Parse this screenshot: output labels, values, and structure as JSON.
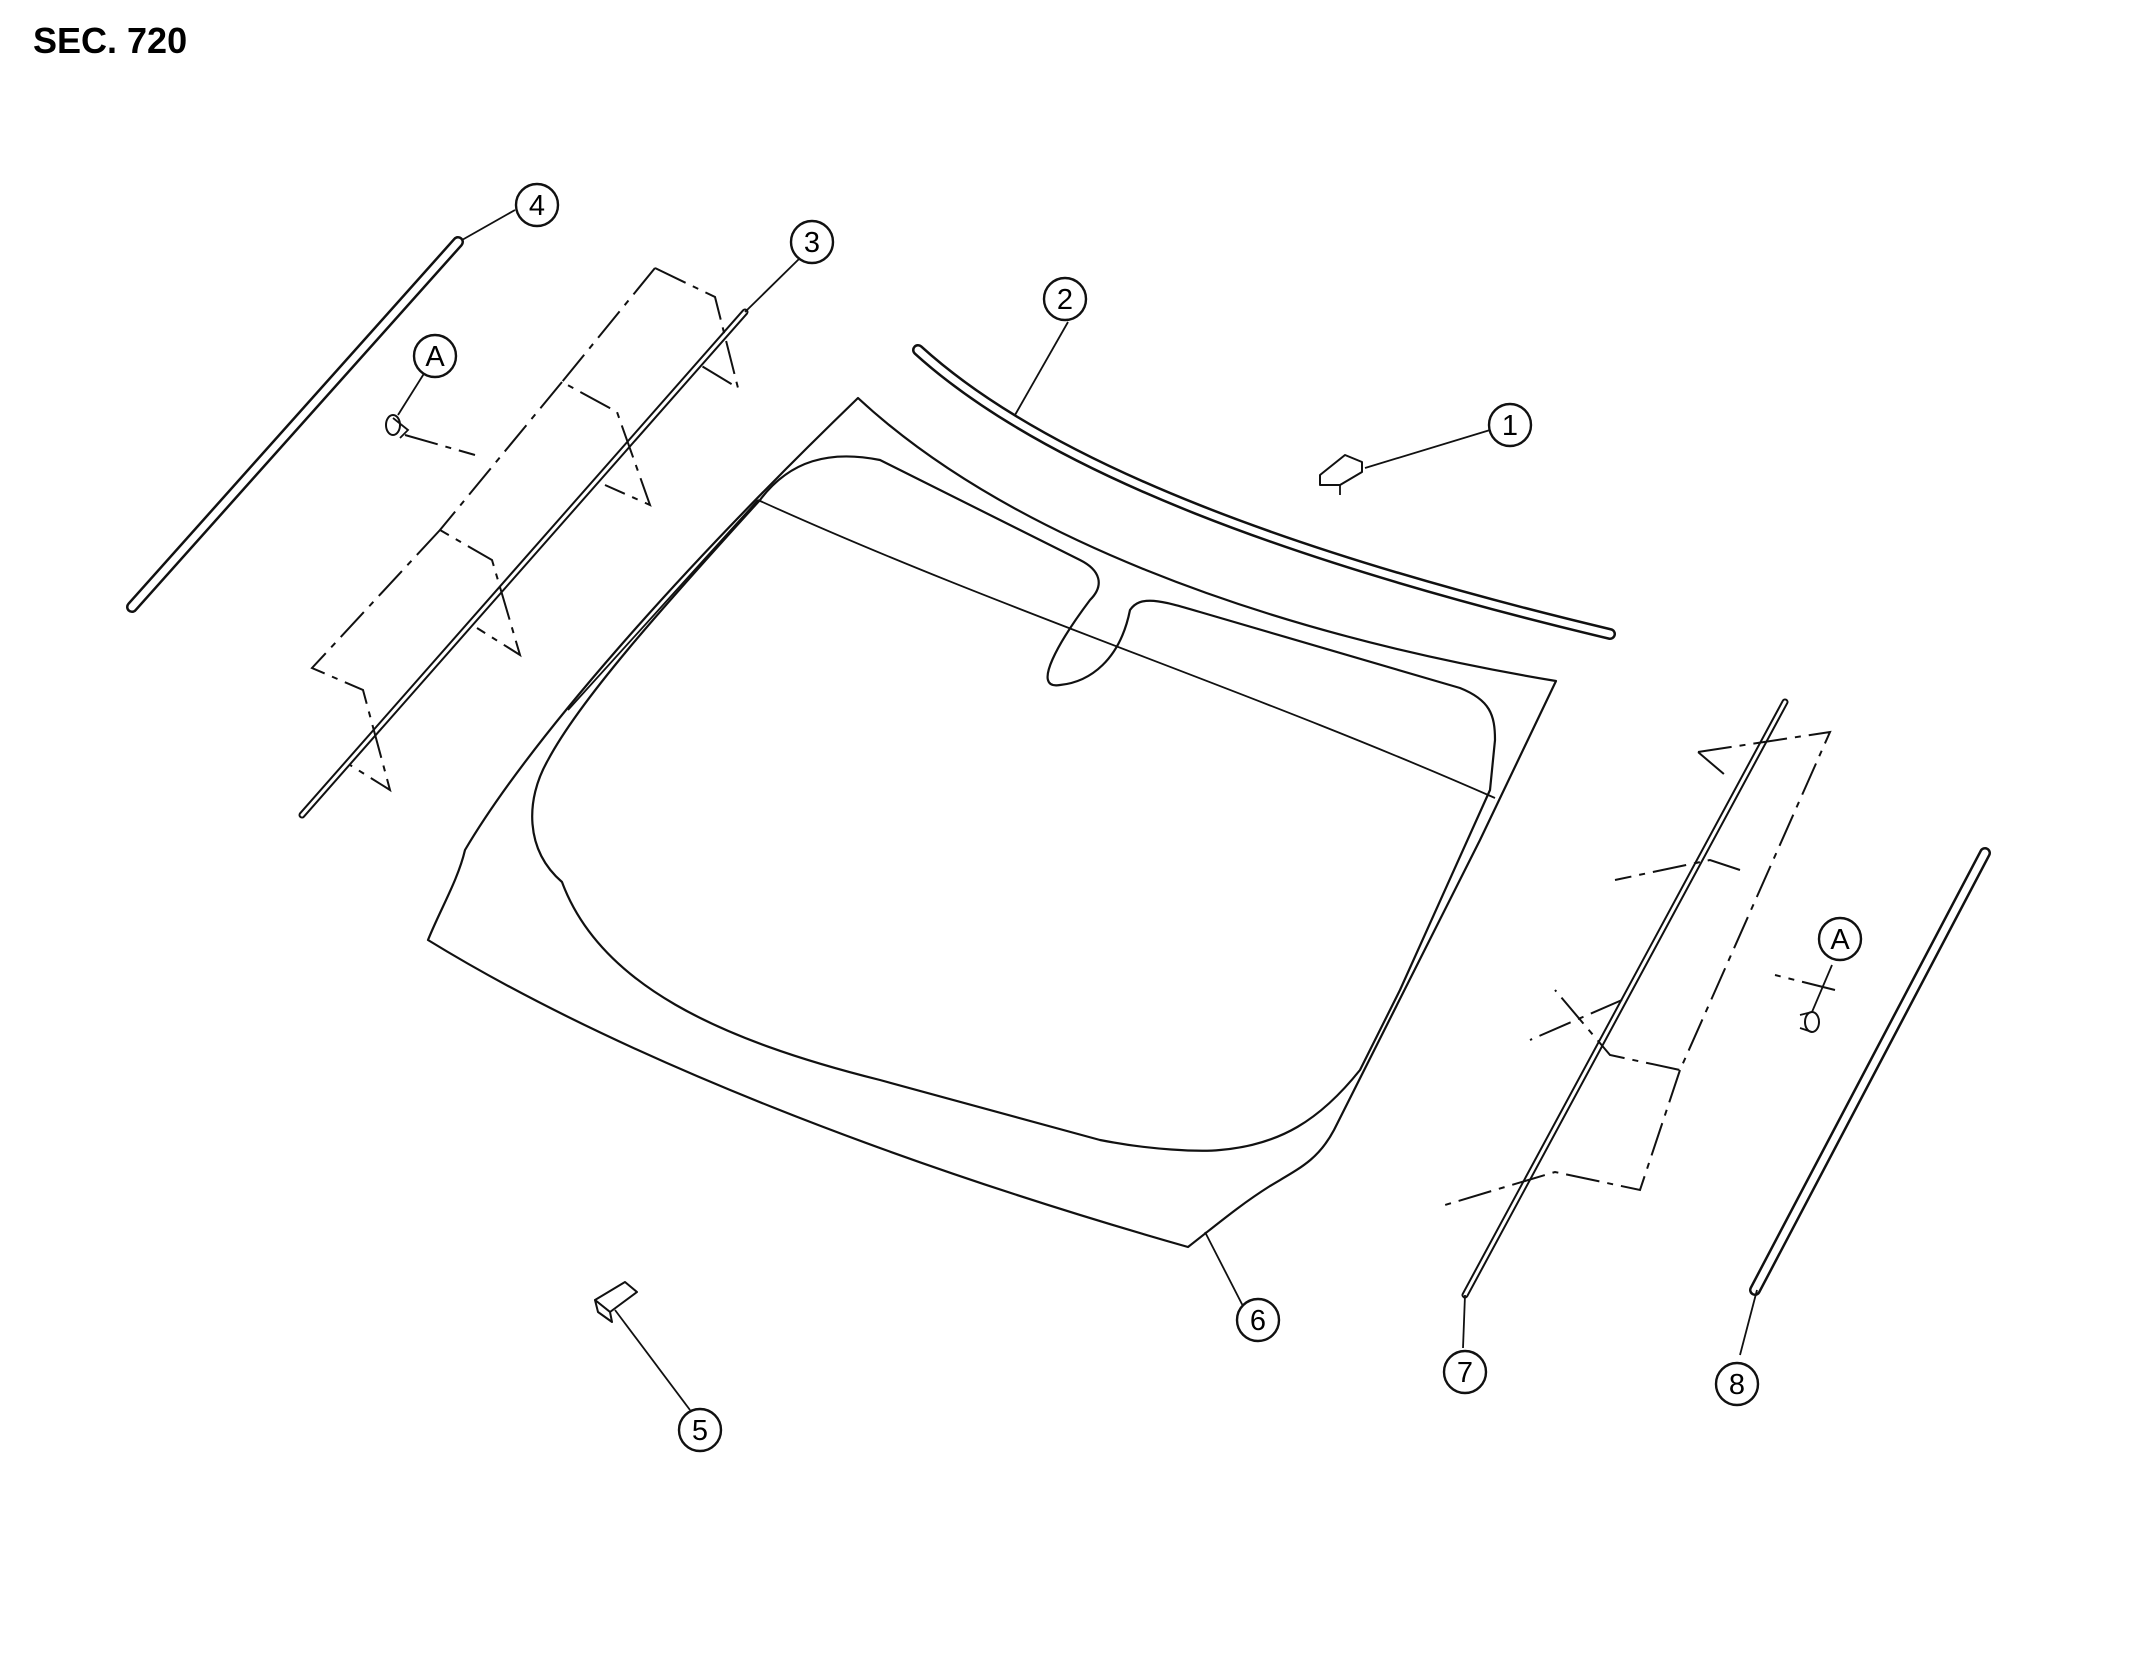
{
  "section": {
    "title": "SEC. 720"
  },
  "callouts": {
    "c1": "1",
    "c2": "2",
    "c3": "3",
    "c4": "4",
    "c5": "5",
    "c6": "6",
    "c7": "7",
    "c8": "8",
    "cA_left": "A",
    "cA_right": "A"
  }
}
